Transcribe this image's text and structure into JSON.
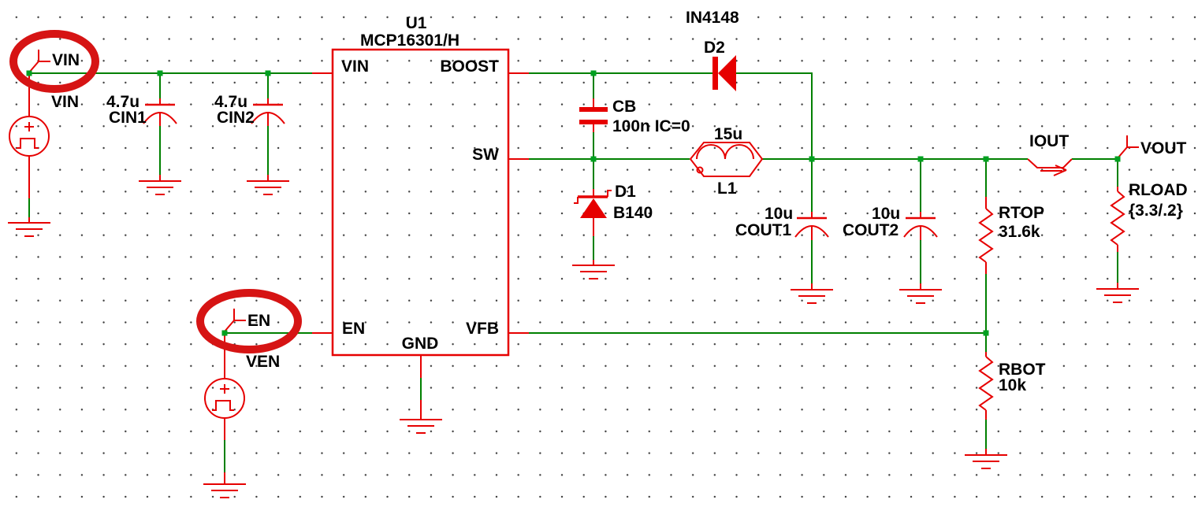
{
  "colors": {
    "wire": "#008000",
    "junction": "#00a020",
    "symbol": "#e60000",
    "annotation": "#d61414",
    "text": "#000000"
  },
  "ic": {
    "refdes": "U1",
    "part": "MCP16301/H",
    "pins": {
      "vin": "VIN",
      "boost": "BOOST",
      "sw": "SW",
      "en": "EN",
      "gnd": "GND",
      "vfb": "VFB"
    }
  },
  "flags": {
    "vin": "VIN",
    "en": "EN",
    "vout": "VOUT",
    "iout": "IOUT"
  },
  "components": {
    "vin_source": {
      "name": "VIN"
    },
    "ven_source": {
      "name": "VEN"
    },
    "cin1": {
      "value": "4.7u",
      "name": "CIN1"
    },
    "cin2": {
      "value": "4.7u",
      "name": "CIN2"
    },
    "cb": {
      "name": "CB",
      "value": "100n IC=0"
    },
    "d2": {
      "part": "IN4148",
      "name": "D2"
    },
    "d1": {
      "name": "D1",
      "part": "B140"
    },
    "l1": {
      "value": "15u",
      "name": "L1"
    },
    "cout1": {
      "value": "10u",
      "name": "COUT1"
    },
    "cout2": {
      "value": "10u",
      "name": "COUT2"
    },
    "rtop": {
      "name": "RTOP",
      "value": "31.6k"
    },
    "rbot": {
      "name": "RBOT",
      "value": "10k"
    },
    "rload": {
      "name": "RLOAD",
      "value": "{3.3/.2}"
    }
  }
}
